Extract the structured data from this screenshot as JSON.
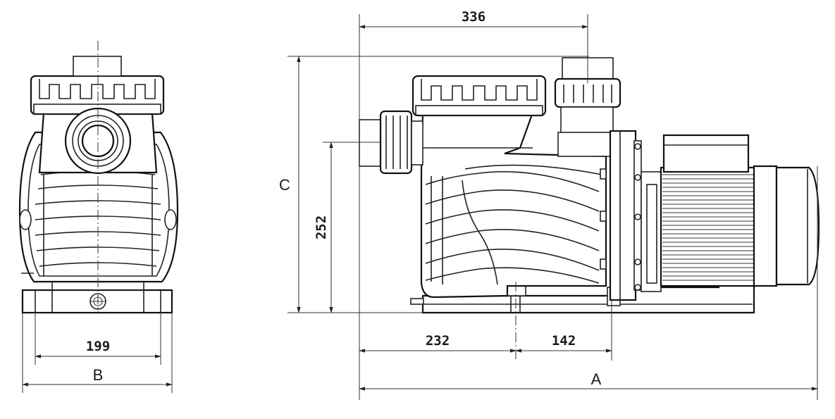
{
  "dimensions": {
    "front_view": {
      "base_inner_width": "199",
      "base_overall_width": "B"
    },
    "side_view": {
      "discharge_offset": "336",
      "overall_height": "C",
      "inlet_height": "252",
      "inlet_to_foot": "232",
      "foot_spacing": "142",
      "overall_length": "A"
    }
  },
  "colors": {
    "line": "#222222",
    "background": "#ffffff",
    "shade": "#e6e6e6"
  }
}
